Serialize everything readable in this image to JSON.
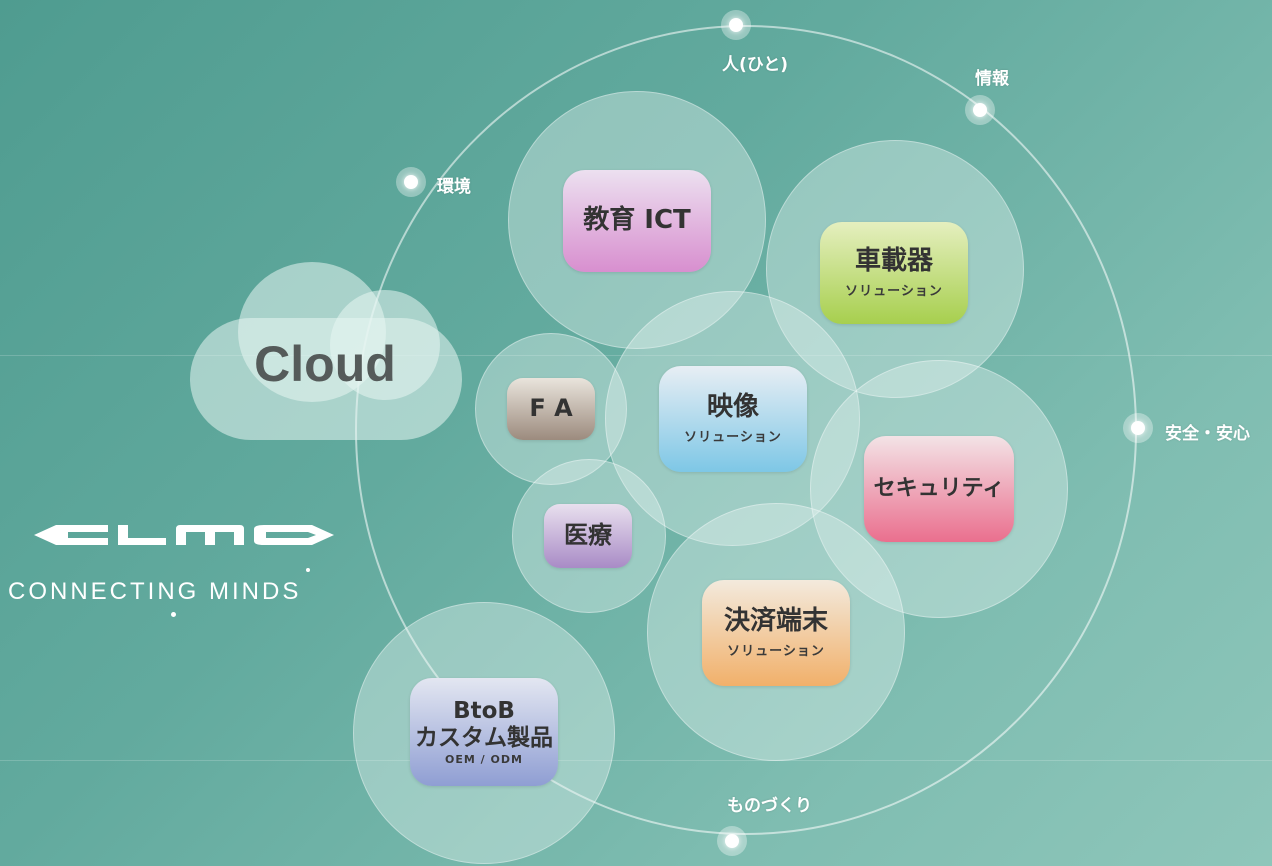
{
  "cycle_labels": {
    "people": "人(ひと)",
    "information": "情報",
    "environment": "環境",
    "safety": "安全・安心",
    "manufacturing": "ものづくり"
  },
  "cloud": {
    "label": "Cloud"
  },
  "brand": {
    "logo": "ELMO",
    "tagline": "CONNECTING MINDS"
  },
  "tiles": {
    "education": {
      "label": "教育 ICT"
    },
    "automotive": {
      "label": "車載器",
      "sub": "ソリューション"
    },
    "fa": {
      "label": "F A"
    },
    "imaging": {
      "label": "映像",
      "sub": "ソリューション"
    },
    "security": {
      "label": "セキュリティ"
    },
    "medical": {
      "label": "医療"
    },
    "payment": {
      "label": "決済端末",
      "sub": "ソリューション"
    },
    "custom": {
      "label_line1": "BtoB",
      "label_line2": "カスタム製品",
      "sub": "OEM / ODM"
    }
  },
  "colors": {
    "education": [
      "#ece0f0",
      "#d88fcf"
    ],
    "automotive": [
      "#e5efbf",
      "#a7cf4e"
    ],
    "fa": [
      "#e9e4dc",
      "#9c8b7e"
    ],
    "imaging": [
      "#e8eef4",
      "#7ec7e6"
    ],
    "security": [
      "#f3e3e6",
      "#ea6f8e"
    ],
    "medical": [
      "#e8e0ee",
      "#a98bc6"
    ],
    "payment": [
      "#f3eadd",
      "#f1b06a"
    ],
    "custom": [
      "#e3e6f1",
      "#8f9ed3"
    ]
  }
}
